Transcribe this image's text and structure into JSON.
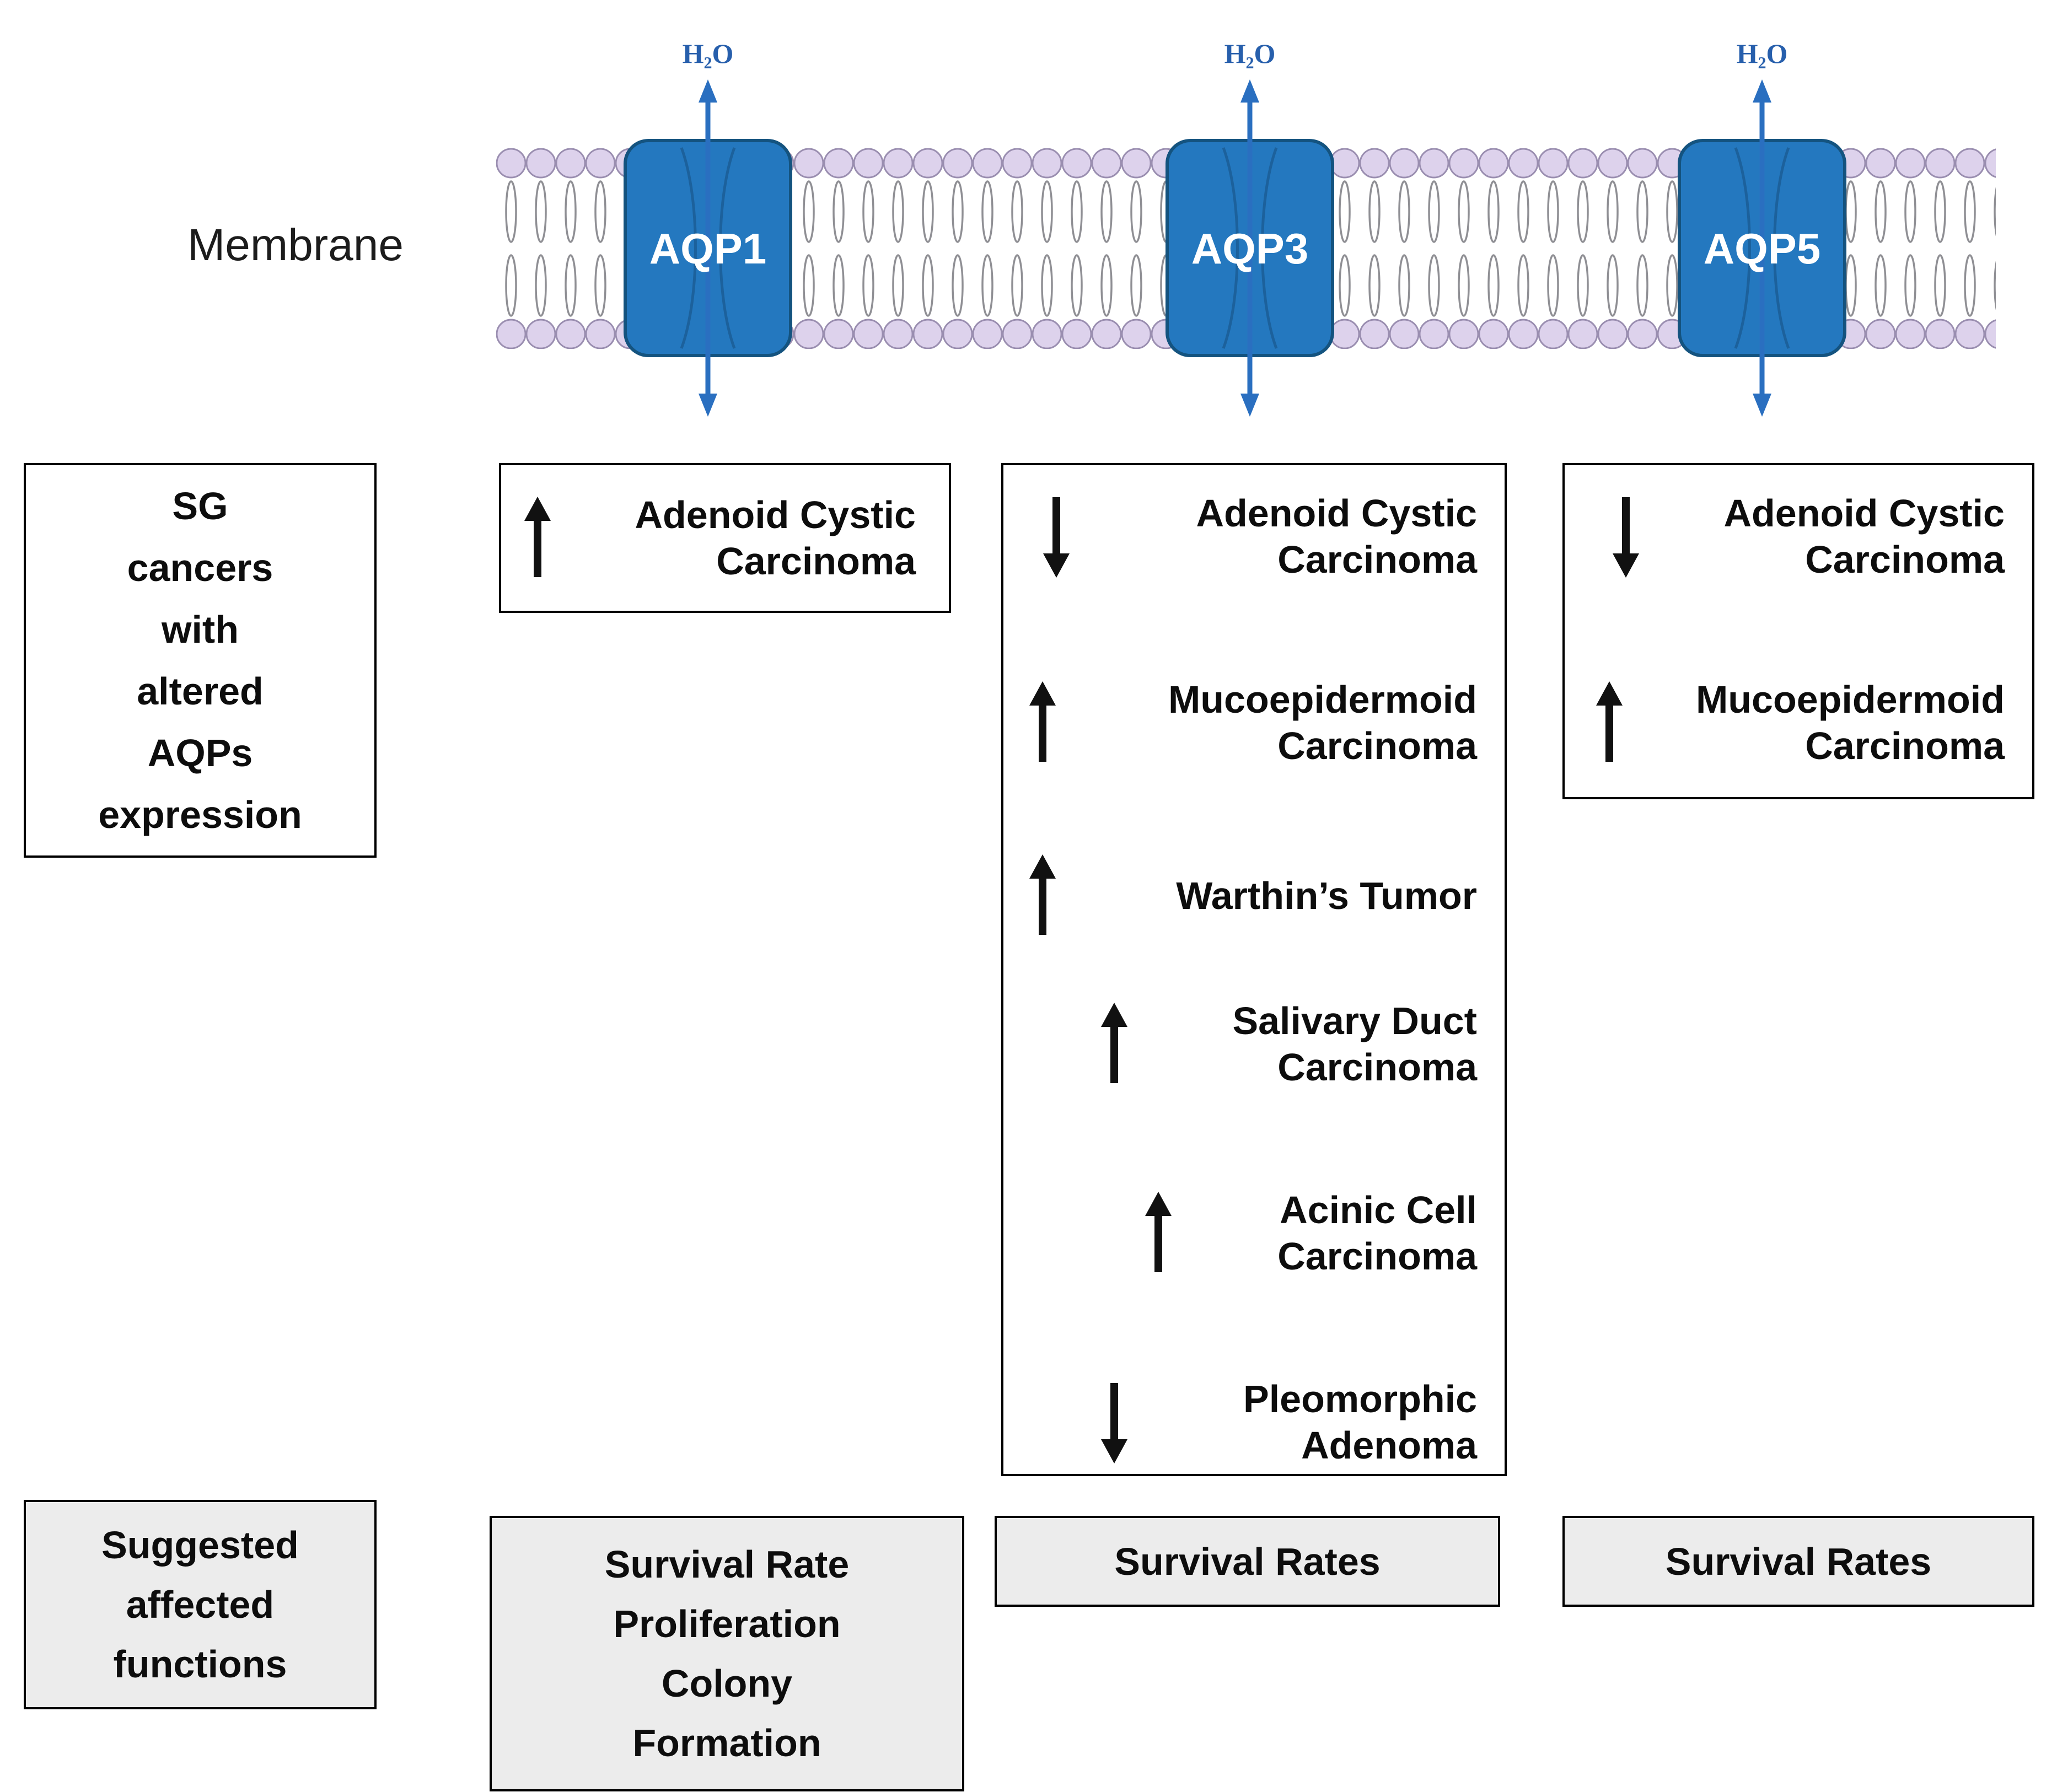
{
  "membrane": {
    "label": "Membrane",
    "water_label": "H₂O",
    "channels": [
      {
        "name": "AQP1"
      },
      {
        "name": "AQP3"
      },
      {
        "name": "AQP5"
      }
    ]
  },
  "left_labels": {
    "cancers": {
      "lines": [
        "SG",
        "cancers",
        "with",
        "altered",
        "AQPs",
        "expression"
      ]
    },
    "functions": {
      "lines": [
        "Suggested",
        "affected",
        "functions"
      ]
    }
  },
  "aqp1": {
    "findings": [
      {
        "dir": "up",
        "lines": [
          "Adenoid Cystic",
          "Carcinoma"
        ]
      }
    ],
    "functions": {
      "lines": [
        "Survival Rate",
        "Proliferation",
        "Colony",
        "Formation"
      ]
    }
  },
  "aqp3": {
    "findings": [
      {
        "dir": "down",
        "lines": [
          "Adenoid Cystic",
          "Carcinoma"
        ]
      },
      {
        "dir": "up",
        "lines": [
          "Mucoepidermoid",
          "Carcinoma"
        ]
      },
      {
        "dir": "up",
        "lines": [
          "Warthin’s Tumor"
        ]
      },
      {
        "dir": "up",
        "lines": [
          "Salivary Duct",
          "Carcinoma"
        ]
      },
      {
        "dir": "up",
        "lines": [
          "Acinic Cell",
          "Carcinoma"
        ]
      },
      {
        "dir": "down",
        "lines": [
          "Pleomorphic",
          "Adenoma"
        ]
      }
    ],
    "functions": {
      "lines": [
        "Survival Rates"
      ]
    }
  },
  "aqp5": {
    "findings": [
      {
        "dir": "down",
        "lines": [
          "Adenoid Cystic",
          "Carcinoma"
        ]
      },
      {
        "dir": "up",
        "lines": [
          "Mucoepidermoid",
          "Carcinoma"
        ]
      }
    ],
    "functions": {
      "lines": [
        "Survival Rates"
      ]
    }
  },
  "colors": {
    "channel_fill": "#2478bf",
    "channel_border": "#14537f",
    "water_arrow": "#2a6fc0",
    "water_label_text": "#275fac",
    "lipid_head_fill": "#ddd2ec",
    "lipid_head_stroke": "#9a8eb0",
    "lipid_tail": "#8f8f94",
    "finding_arrow": "#111111",
    "function_box_bg": "#ececec"
  }
}
